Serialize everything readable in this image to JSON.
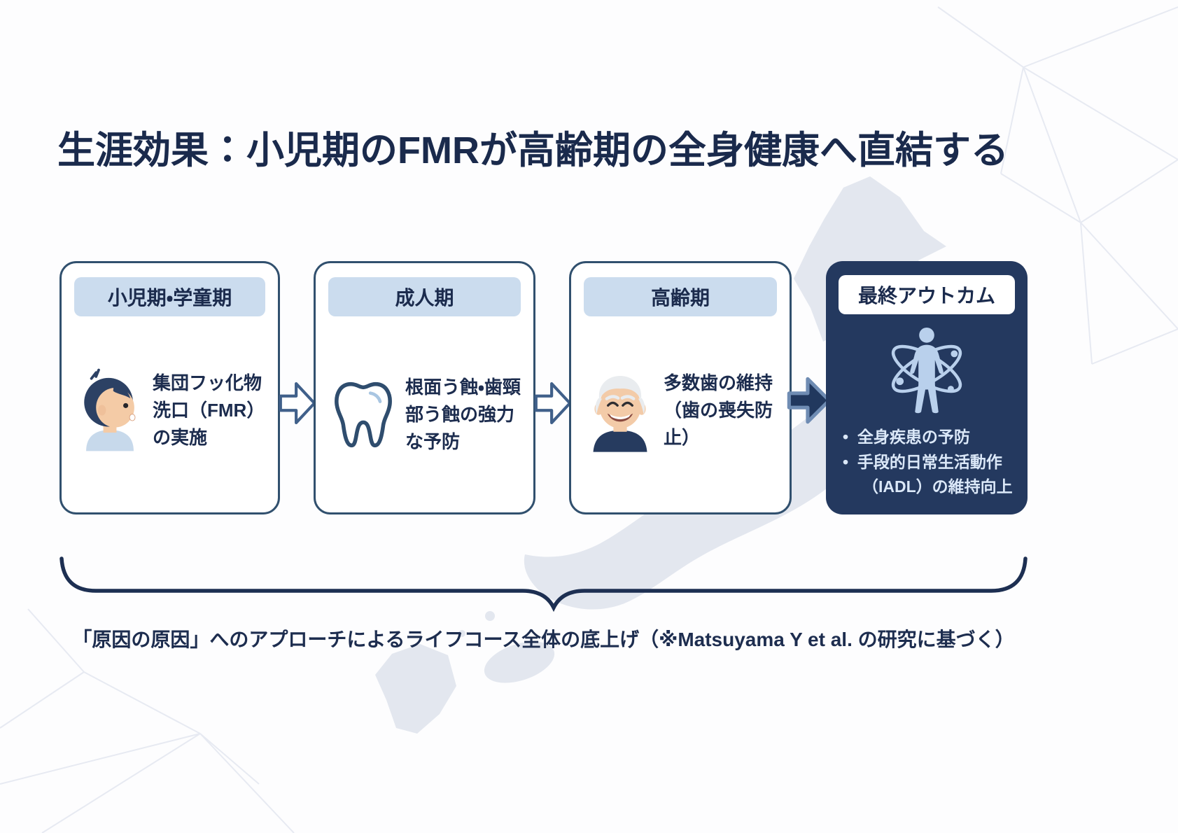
{
  "title": "生涯効果：小児期のFMRが高齢期の全身健康へ直結する",
  "stages": [
    {
      "header": "小児期・学童期",
      "icon": "child-face-icon",
      "body": "集団フッ化物洗口（FMR）の実施"
    },
    {
      "header": "成人期",
      "icon": "tooth-icon",
      "body": "根面う蝕・歯頸部う蝕の強力な予防"
    },
    {
      "header": "高齢期",
      "icon": "elderly-person-icon",
      "body": "多数歯の維持（歯の喪失防止）"
    }
  ],
  "outcome": {
    "header": "最終アウトカム",
    "icon": "person-atom-icon",
    "bullets": [
      "全身疾患の予防",
      "手段的日常生活動作（IADL）の維持向上"
    ]
  },
  "caption": "「原因の原因」へのアプローチによるライフコース全体の底上げ（※Matsuyama Y et al. の研究に基づく）",
  "colors": {
    "title_text": "#1a2a4c",
    "card_border": "#31506e",
    "card_header_bg": "#cbdcee",
    "outcome_bg": "#24395f",
    "outcome_text": "#dbe8f8",
    "arrow_outline": "#40608a",
    "solid_arrow_fill": "#21385e",
    "solid_arrow_edge": "#6f8cb3",
    "map_silhouette": "#e3e7ef",
    "mesh_lines": "#e7eaf2",
    "skin": "#f4cba6",
    "hair_navy": "#2c4164",
    "hair_gray": "#e9ecef",
    "icon_lightblue": "#b9d0ec"
  }
}
